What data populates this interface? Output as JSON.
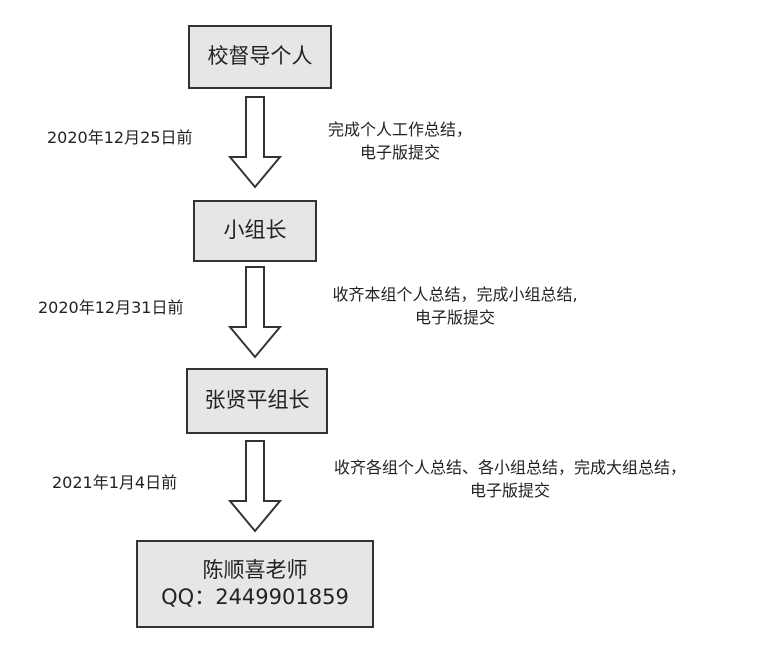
{
  "nodes": [
    {
      "lines": [
        "校督导个人"
      ]
    },
    {
      "lines": [
        "小组长"
      ]
    },
    {
      "lines": [
        "张贤平组长"
      ]
    },
    {
      "lines": [
        "陈顺喜老师",
        "QQ：2449901859"
      ]
    }
  ],
  "steps": [
    {
      "deadline": "2020年12月25日前",
      "note_lines": [
        "完成个人工作总结，",
        "电子版提交"
      ]
    },
    {
      "deadline": "2020年12月31日前",
      "note_lines": [
        "收齐本组个人总结，完成小组总结,",
        "电子版提交"
      ]
    },
    {
      "deadline": "2021年1月4日前",
      "note_lines": [
        "收齐各组个人总结、各小组总结，完成大组总结，",
        "电子版提交"
      ]
    }
  ],
  "colors": {
    "box_fill": "#e6e6e6",
    "box_border": "#333333",
    "arrow_fill": "#ffffff",
    "arrow_stroke": "#333333"
  }
}
